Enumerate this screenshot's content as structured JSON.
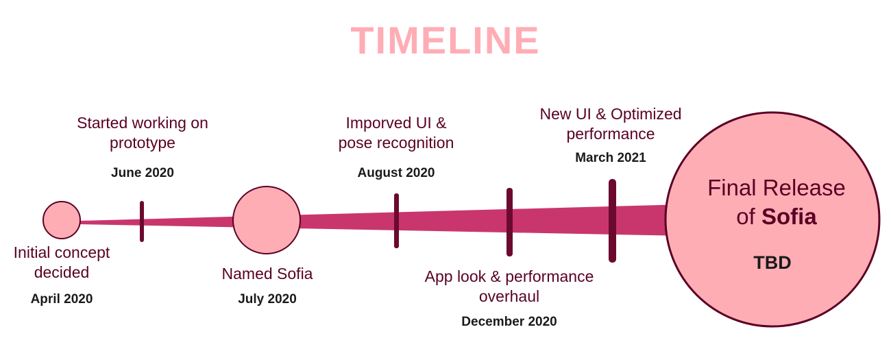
{
  "title": "TIMELINE",
  "colors": {
    "title": "#ffadb5",
    "band": "#c9366d",
    "circle_fill": "#ffadb5",
    "outline": "#5a0024",
    "label_text": "#5a0024",
    "date_text": "#1a1a1a"
  },
  "events": [
    {
      "label_line1": "Initial concept",
      "label_line2": "decided",
      "date": "April 2020"
    },
    {
      "label_line1": "Started working on",
      "label_line2": "prototype",
      "date": "June 2020"
    },
    {
      "label_line1": "Named Sofia",
      "label_line2": "",
      "date": "July 2020"
    },
    {
      "label_line1": "Imporved UI &",
      "label_line2": "pose recognition",
      "date": "August 2020"
    },
    {
      "label_line1": "App look & performance",
      "label_line2": "overhaul",
      "date": "December 2020"
    },
    {
      "label_line1": "New UI & Optimized",
      "label_line2": "performance",
      "date": "March 2021"
    }
  ],
  "final": {
    "line1": "Final Release",
    "line2_prefix": "of ",
    "line2_bold": "Sofia",
    "date": "TBD"
  }
}
